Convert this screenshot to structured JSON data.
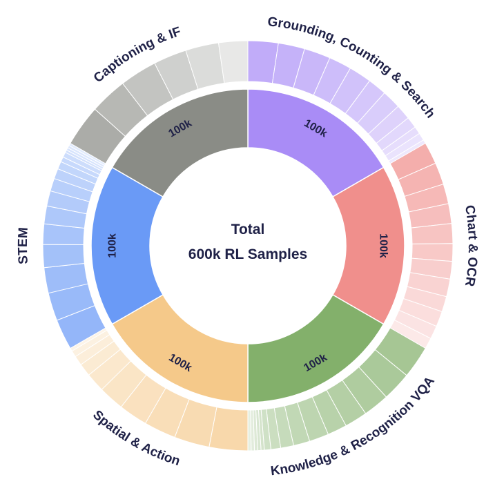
{
  "chart_data": {
    "type": "pie",
    "variant": "nested-donut",
    "center": {
      "line1": "Total",
      "line2": "600k RL Samples"
    },
    "categories": [
      {
        "name": "Grounding, Counting & Search",
        "value": "100k",
        "color": "#a98cf6",
        "sub_values": [
          8,
          7,
          7,
          6,
          6,
          5,
          5,
          4,
          3,
          2,
          2,
          1
        ]
      },
      {
        "name": "Chart & OCR",
        "value": "100k",
        "color": "#f08f8c",
        "sub_values": [
          10,
          10,
          9,
          9,
          9,
          8,
          8,
          8,
          7,
          7,
          6,
          5
        ]
      },
      {
        "name": "Knowledge & Recognition VQA",
        "value": "100k",
        "color": "#83b06b",
        "sub_values": [
          10,
          9,
          8,
          7,
          6,
          6,
          5,
          4,
          3,
          2,
          1,
          1,
          1,
          1,
          1
        ]
      },
      {
        "name": "Spatial & Action",
        "value": "100k",
        "color": "#f5c98a",
        "sub_values": [
          12,
          11,
          10,
          9,
          8,
          6,
          4,
          3,
          2,
          1
        ]
      },
      {
        "name": "STEM",
        "value": "100k",
        "color": "#6a9af6",
        "sub_values": [
          12,
          11,
          10,
          9,
          8,
          7,
          6,
          5,
          4,
          3,
          2,
          2,
          1,
          1,
          1,
          1
        ]
      },
      {
        "name": "Captioning & IF",
        "value": "100k",
        "color": "#8a8c86",
        "sub_values": [
          10,
          9,
          9,
          8,
          8,
          7
        ]
      }
    ]
  }
}
